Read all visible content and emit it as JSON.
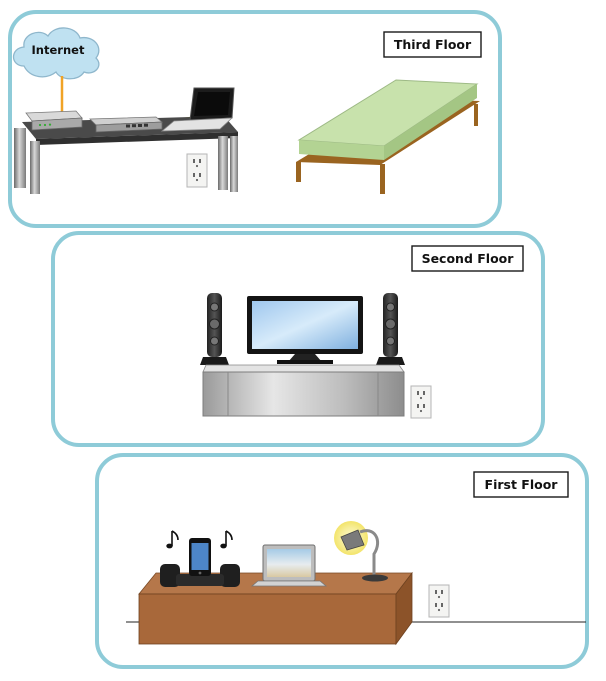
{
  "floors": {
    "third": {
      "label": "Third Floor"
    },
    "second": {
      "label": "Second Floor"
    },
    "first": {
      "label": "First Floor"
    }
  },
  "internet": {
    "label": "Internet"
  },
  "colors": {
    "frame": "#8ecbd8",
    "cloud": "#bfe1f1",
    "mattress": "#c5dfa8",
    "bed_frame": "#9a6420",
    "desk_top": "#4a4a4a",
    "cabinet": "#c8c8c8",
    "wood_desk": "#a8683a",
    "cable_yellow": "#f2e300",
    "cable_orange": "#f0a326"
  },
  "icons": [
    "cloud-icon",
    "router-icon",
    "switch-icon",
    "laptop-icon",
    "bed-icon",
    "desk-icon",
    "power-outlet-icon",
    "tv-icon",
    "speaker-icon",
    "tv-cabinet-icon",
    "music-note-icon",
    "phone-dock-icon",
    "lamp-icon"
  ]
}
